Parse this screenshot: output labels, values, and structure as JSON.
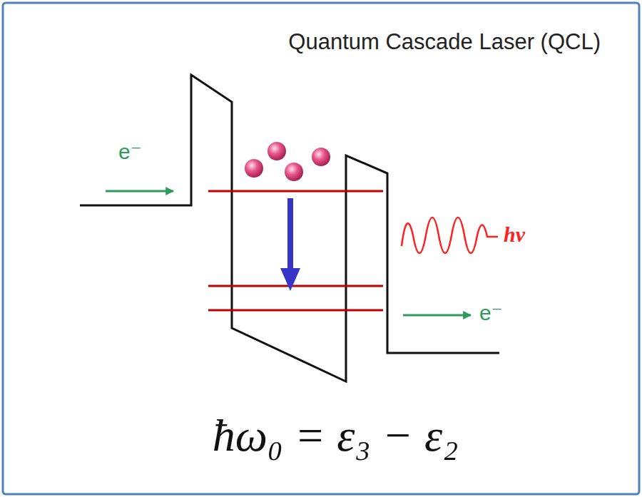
{
  "diagram": {
    "title": "Quantum Cascade Laser (QCL)",
    "labels": [
      "e⁻",
      "hν",
      "e⁻",
      "ħω₀ = ε₃ − ε₂"
    ]
  }
}
